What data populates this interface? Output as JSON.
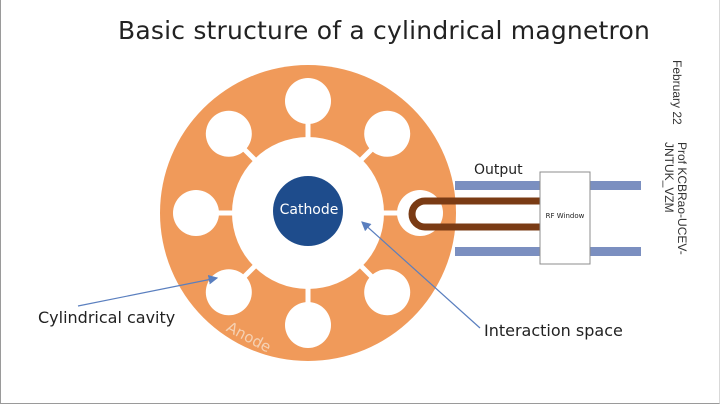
{
  "slide": {
    "title": "Basic structure of a cylindrical magnetron",
    "date": "February 22",
    "author": "Prof KCBRao-UCEV-JNTUK_VZM"
  },
  "diagram": {
    "labels": {
      "cathode": "Cathode",
      "anode": "Anode",
      "output": "Output",
      "rf_window": "RF Window",
      "cylindrical_cavity": "Cylindrical cavity",
      "interaction_space": "Interaction space"
    },
    "cavity_count": 8,
    "colors": {
      "anode": "#f09a5a",
      "cathode": "#1e4c8c",
      "output_line": "#7b8fc0",
      "loop": "#7a3b14",
      "arrow": "#5a7fbf",
      "rf_window_border": "#8c8c8c"
    }
  }
}
